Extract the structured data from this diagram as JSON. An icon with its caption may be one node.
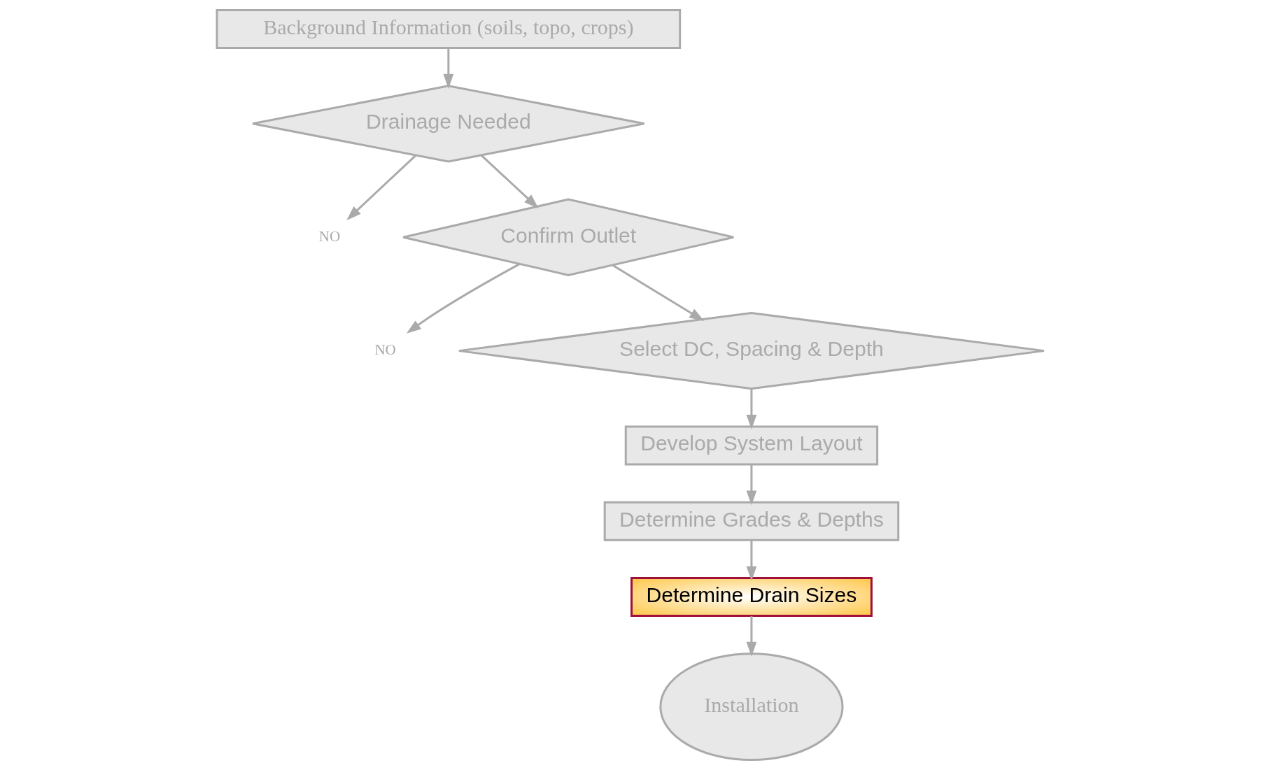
{
  "diagram": {
    "nodes": [
      {
        "text": [
          "Background Information (soils, topo, crops)"
        ]
      },
      {
        "text": [
          "Drainage Needed"
        ]
      },
      {
        "text": [
          "NO"
        ]
      },
      {
        "text": [
          "Confirm Outlet"
        ]
      },
      {
        "text": [
          "NO"
        ]
      },
      {
        "text": [
          "Select DC, Spacing & Depth"
        ]
      },
      {
        "text": [
          "Develop System Layout"
        ]
      },
      {
        "text": [
          "Determine Grades & Depths"
        ]
      },
      {
        "text": [
          "Determine Drain Sizes"
        ]
      },
      {
        "text": [
          "Installation"
        ]
      }
    ],
    "edges": [
      {
        "from": 0,
        "to": 1,
        "arrow": "to"
      },
      {
        "from": 1,
        "to": 2,
        "arrow": "to"
      },
      {
        "from": 1,
        "to": 3,
        "arrow": "to"
      },
      {
        "from": 3,
        "to": 4,
        "arrow": "to"
      },
      {
        "from": 3,
        "to": 5,
        "arrow": "to"
      },
      {
        "from": 5,
        "to": 6,
        "arrow": "to"
      },
      {
        "from": 6,
        "to": 7,
        "arrow": "to"
      },
      {
        "from": 7,
        "to": 8,
        "arrow": "to"
      },
      {
        "from": 8,
        "to": 9,
        "arrow": "to"
      }
    ]
  }
}
